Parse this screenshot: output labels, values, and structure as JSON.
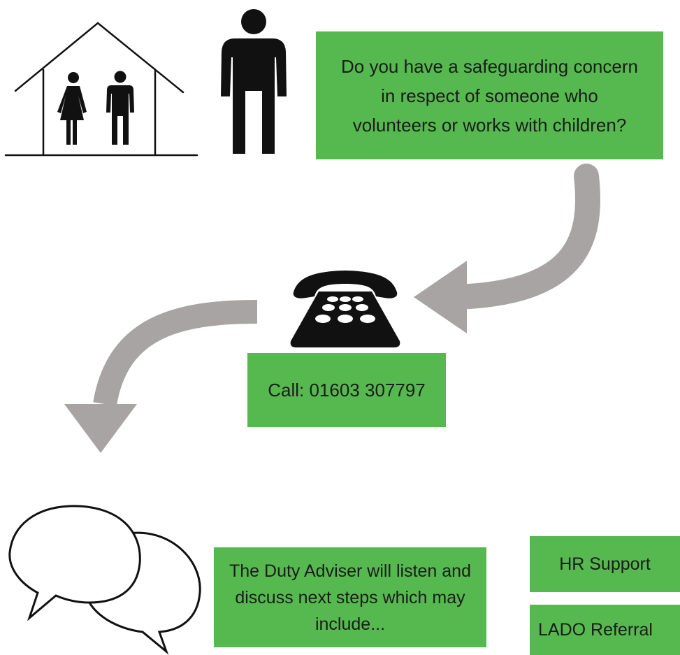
{
  "boxes": {
    "question": "Do you have a safeguarding concern in respect of someone who volunteers or works with children?",
    "call": "Call: 01603 307797",
    "duty_adviser": "The Duty Adviser will listen and discuss next steps which may include...",
    "hr_support": "HR Support",
    "lado_referral": "LADO Referral"
  },
  "colors": {
    "box_green": "#56b94f",
    "arrow_grey": "#a8a4a3",
    "icon_black": "#111111"
  },
  "icons": [
    "house-with-family-icon",
    "person-icon",
    "telephone-icon",
    "speech-bubbles-icon",
    "curved-arrow-icon"
  ]
}
